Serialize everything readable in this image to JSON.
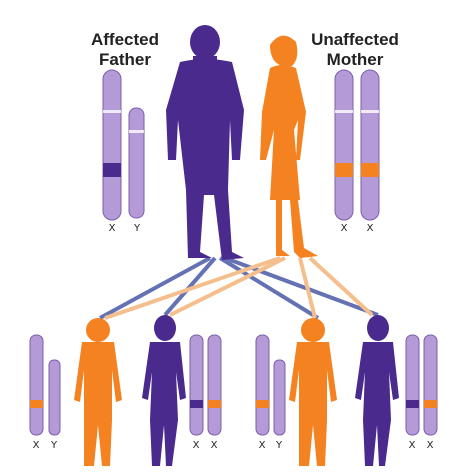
{
  "parents": {
    "father": {
      "title_line1": "Affected",
      "title_line2": "Father",
      "chromosomes": [
        "X",
        "Y"
      ]
    },
    "mother": {
      "title_line1": "Unaffected",
      "title_line2": "Mother",
      "chromosomes": [
        "X",
        "X"
      ]
    }
  },
  "children": [
    {
      "chromosomes": [
        "X",
        "Y"
      ]
    },
    {
      "chromosomes": [
        "X",
        "X"
      ]
    },
    {
      "chromosomes": [
        "X",
        "Y"
      ]
    },
    {
      "chromosomes": [
        "X",
        "X"
      ]
    }
  ],
  "colors": {
    "affected": "#4a2a8c",
    "unaffected": "#f58220",
    "chromosome": "#b49ad6",
    "chromosome_edge": "#7a5fae"
  }
}
